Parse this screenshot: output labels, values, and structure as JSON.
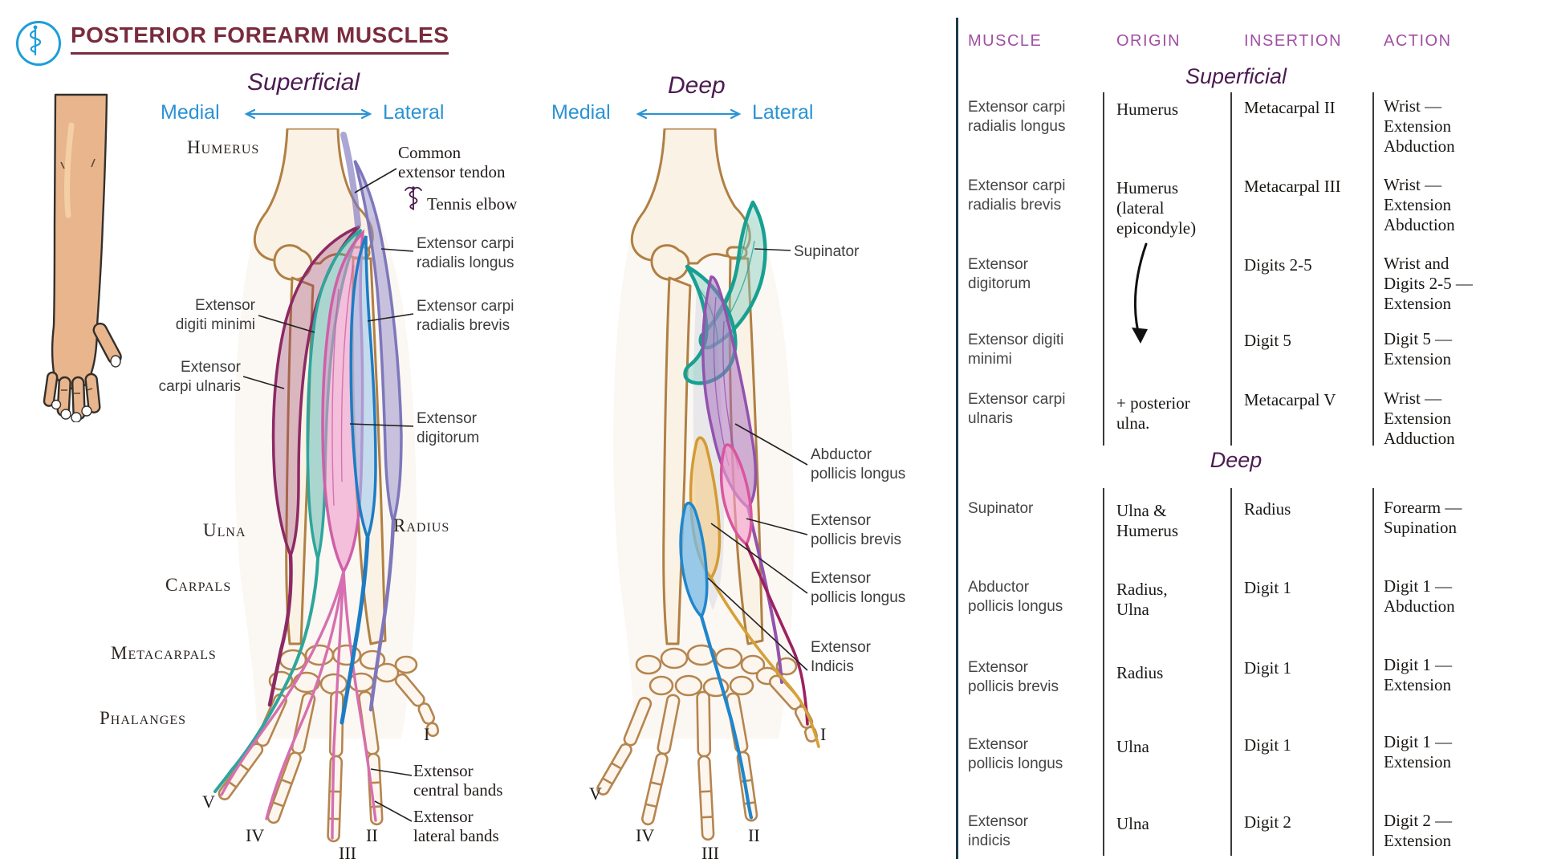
{
  "header": {
    "title": "POSTERIOR FOREARM MUSCLES",
    "logo_icon": "rod-of-asclepius"
  },
  "colors": {
    "title_maroon": "#7a2b3e",
    "heading_purple": "#4c1b52",
    "table_header_purple": "#a14fa3",
    "direction_blue": "#2a93d5",
    "logo_blue": "#1e9ed9",
    "bone_outline": "#b08044",
    "muscles": {
      "extensor_carpi_ulnaris": "#8d2a64",
      "extensor_digiti_minimi": "#2da69c",
      "extensor_digitorum": "#cf5fa9",
      "extensor_carpi_radialis_brevis": "#1d7cc4",
      "extensor_carpi_radialis_longus": "#7e77bb",
      "supinator": "#17a091",
      "abductor_pollicis_longus": "#9253ae",
      "extensor_pollicis_brevis": "#d8569f",
      "extensor_pollicis_longus": "#d49a35",
      "extensor_indicis": "#1f86cc"
    }
  },
  "sup": {
    "title": "Superficial",
    "medial": "Medial",
    "lateral": "Lateral",
    "bones": {
      "humerus": "Humerus",
      "ulna": "Ulna",
      "radius": "Radius",
      "carpals": "Carpals",
      "metacarpals": "Metacarpals",
      "phalanges": "Phalanges"
    },
    "labels": {
      "common_tendon": "Common\nextensor tendon",
      "tennis_elbow": "Tennis elbow",
      "ecrl": "Extensor carpi\nradialis longus",
      "ecrb": "Extensor carpi\nradialis brevis",
      "edm": "Extensor\ndigiti minimi",
      "ecu": "Extensor\ncarpi ulnaris",
      "ed": "Extensor\ndigitorum",
      "central_bands": "Extensor\ncentral bands",
      "lateral_bands": "Extensor\nlateral bands"
    },
    "digits": {
      "i": "I",
      "ii": "II",
      "iii": "III",
      "iv": "IV",
      "v": "V"
    }
  },
  "deep": {
    "title": "Deep",
    "medial": "Medial",
    "lateral": "Lateral",
    "labels": {
      "supinator": "Supinator",
      "apl": "Abductor\npollicis longus",
      "epb": "Extensor\npollicis brevis",
      "epl": "Extensor\npollicis longus",
      "ei": "Extensor\nIndicis"
    },
    "digits": {
      "i": "I",
      "ii": "II",
      "iii": "III",
      "iv": "IV",
      "v": "V"
    }
  },
  "table": {
    "headers": {
      "muscle": "MUSCLE",
      "origin": "ORIGIN",
      "insertion": "INSERTION",
      "action": "ACTION"
    },
    "superficial": {
      "heading": "Superficial",
      "rows": [
        {
          "muscle": "Extensor carpi\nradialis longus",
          "origin": "Humerus",
          "insertion": "Metacarpal II",
          "action": "Wrist —\nExtension\nAbduction"
        },
        {
          "muscle": "Extensor carpi\nradialis brevis",
          "origin": "Humerus\n(lateral\nepicondyle)",
          "insertion": "Metacarpal III",
          "action": "Wrist —\nExtension\nAbduction"
        },
        {
          "muscle": "Extensor\ndigitorum",
          "origin": "",
          "insertion": "Digits 2-5",
          "action": "Wrist and\nDigits 2-5 —\nExtension"
        },
        {
          "muscle": "Extensor digiti\nminimi",
          "origin": "",
          "insertion": "Digit 5",
          "action": "Digit 5 —\nExtension"
        },
        {
          "muscle": "Extensor carpi\nulnaris",
          "origin": "+ posterior\nulna.",
          "insertion": "Metacarpal V",
          "action": "Wrist —\nExtension\nAdduction"
        }
      ]
    },
    "deep": {
      "heading": "Deep",
      "rows": [
        {
          "muscle": "Supinator",
          "origin": "Ulna &\nHumerus",
          "insertion": "Radius",
          "action": "Forearm —\nSupination"
        },
        {
          "muscle": "Abductor\npollicis longus",
          "origin": "Radius,\nUlna",
          "insertion": "Digit 1",
          "action": "Digit 1 —\nAbduction"
        },
        {
          "muscle": "Extensor\npollicis brevis",
          "origin": "Radius",
          "insertion": "Digit 1",
          "action": "Digit 1 —\nExtension"
        },
        {
          "muscle": "Extensor\npollicis longus",
          "origin": "Ulna",
          "insertion": "Digit 1",
          "action": "Digit 1 —\nExtension"
        },
        {
          "muscle": "Extensor\nindicis",
          "origin": "Ulna",
          "insertion": "Digit 2",
          "action": "Digit 2 —\nExtension"
        }
      ]
    }
  }
}
